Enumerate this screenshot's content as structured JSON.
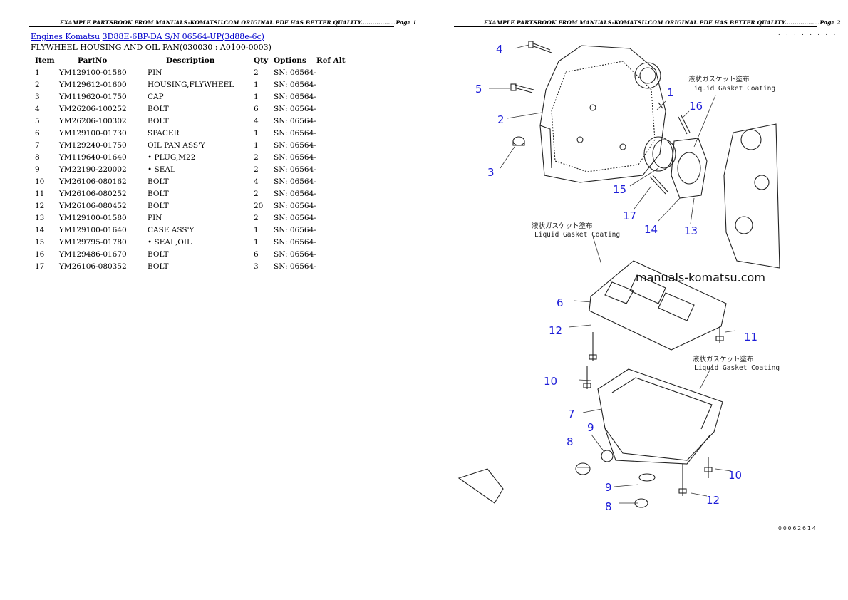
{
  "page1_header": "EXAMPLE PARTSBOOK FROM MANUALS-KOMATSU.COM ORIGINAL PDF HAS BETTER QUALITY..................Page 1",
  "page2_header": "EXAMPLE PARTSBOOK FROM MANUALS-KOMATSU.COM ORIGINAL PDF HAS BETTER QUALITY..................Page 2",
  "page2_dots": ". . . . . . . .",
  "breadcrumb": {
    "link1": "Engines Komatsu",
    "link2": "3D88E-6BP-DA S/N 06564-UP(3d88e-6c)"
  },
  "section_title": "FLYWHEEL HOUSING AND OIL PAN(030030 : A0100-0003)",
  "table": {
    "headers": [
      "Item",
      "PartNo",
      "Description",
      "Qty",
      "Options",
      "Ref Alt"
    ],
    "rows": [
      {
        "item": "1",
        "part": "YM129100-01580",
        "desc": "PIN",
        "qty": "2",
        "opt": "SN: 06564-"
      },
      {
        "item": "2",
        "part": "YM129612-01600",
        "desc": "HOUSING,FLYWHEEL",
        "qty": "1",
        "opt": "SN: 06564-"
      },
      {
        "item": "3",
        "part": "YM119620-01750",
        "desc": "CAP",
        "qty": "1",
        "opt": "SN: 06564-"
      },
      {
        "item": "4",
        "part": "YM26206-100252",
        "desc": "BOLT",
        "qty": "6",
        "opt": "SN: 06564-"
      },
      {
        "item": "5",
        "part": "YM26206-100302",
        "desc": "BOLT",
        "qty": "4",
        "opt": "SN: 06564-"
      },
      {
        "item": "6",
        "part": "YM129100-01730",
        "desc": "SPACER",
        "qty": "1",
        "opt": "SN: 06564-"
      },
      {
        "item": "7",
        "part": "YM129240-01750",
        "desc": "OIL PAN ASS'Y",
        "qty": "1",
        "opt": "SN: 06564-"
      },
      {
        "item": "8",
        "part": "YM119640-01640",
        "desc": "• PLUG,M22",
        "qty": "2",
        "opt": "SN: 06564-"
      },
      {
        "item": "9",
        "part": "YM22190-220002",
        "desc": "• SEAL",
        "qty": "2",
        "opt": "SN: 06564-"
      },
      {
        "item": "10",
        "part": "YM26106-080162",
        "desc": "BOLT",
        "qty": "4",
        "opt": "SN: 06564-"
      },
      {
        "item": "11",
        "part": "YM26106-080252",
        "desc": "BOLT",
        "qty": "2",
        "opt": "SN: 06564-"
      },
      {
        "item": "12",
        "part": "YM26106-080452",
        "desc": "BOLT",
        "qty": "20",
        "opt": "SN: 06564-"
      },
      {
        "item": "13",
        "part": "YM129100-01580",
        "desc": "PIN",
        "qty": "2",
        "opt": "SN: 06564-"
      },
      {
        "item": "14",
        "part": "YM129100-01640",
        "desc": "CASE ASS'Y",
        "qty": "1",
        "opt": "SN: 06564-"
      },
      {
        "item": "15",
        "part": "YM129795-01780",
        "desc": "• SEAL,OIL",
        "qty": "1",
        "opt": "SN: 06564-"
      },
      {
        "item": "16",
        "part": "YM129486-01670",
        "desc": "BOLT",
        "qty": "6",
        "opt": "SN: 06564-"
      },
      {
        "item": "17",
        "part": "YM26106-080352",
        "desc": "BOLT",
        "qty": "3",
        "opt": "SN: 06564-"
      }
    ]
  },
  "diagram": {
    "jp_note": "液状ガスケット塗布",
    "en_note": "Liquid Gasket Coating",
    "watermark": "manuals-komatsu.com",
    "figure_no": "00062614",
    "callouts": [
      "4",
      "5",
      "2",
      "3",
      "1",
      "16",
      "15",
      "17",
      "14",
      "13",
      "6",
      "12",
      "11",
      "10",
      "7",
      "9",
      "8",
      "10",
      "9",
      "8",
      "12"
    ]
  },
  "colors": {
    "link": "#0000cc",
    "callout": "#1d1dd8"
  }
}
